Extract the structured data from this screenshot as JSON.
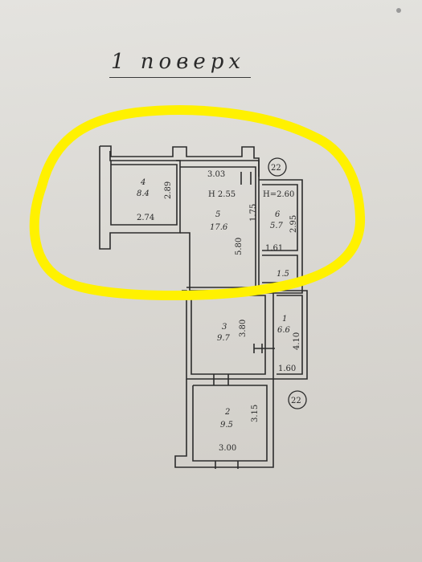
{
  "title": "1 поверх",
  "highlight_color": "#fff100",
  "rooms": [
    {
      "number": "4",
      "area": "8.4"
    },
    {
      "number": "5",
      "area": "17.6"
    },
    {
      "number": "6",
      "area": "5.7"
    },
    {
      "number": "1",
      "area": "6.6"
    },
    {
      "number": "3",
      "area": "9.7"
    },
    {
      "number": "2",
      "area": "9.5"
    }
  ],
  "small_room_label": "1.5",
  "dimensions": {
    "d_303": "3.03",
    "h_255": "H  2.55",
    "h_260": "H=2.60",
    "d_289": "2.89",
    "d_274": "2.74",
    "d_175": "1.75",
    "d_580": "5.80",
    "d_295": "2.95",
    "d_161": "1.61",
    "d_380": "3.80",
    "d_410": "4.10",
    "d_160": "1.60",
    "d_315": "3.15",
    "d_300": "3.00"
  },
  "markers": {
    "top": "22",
    "bottom": "22"
  }
}
